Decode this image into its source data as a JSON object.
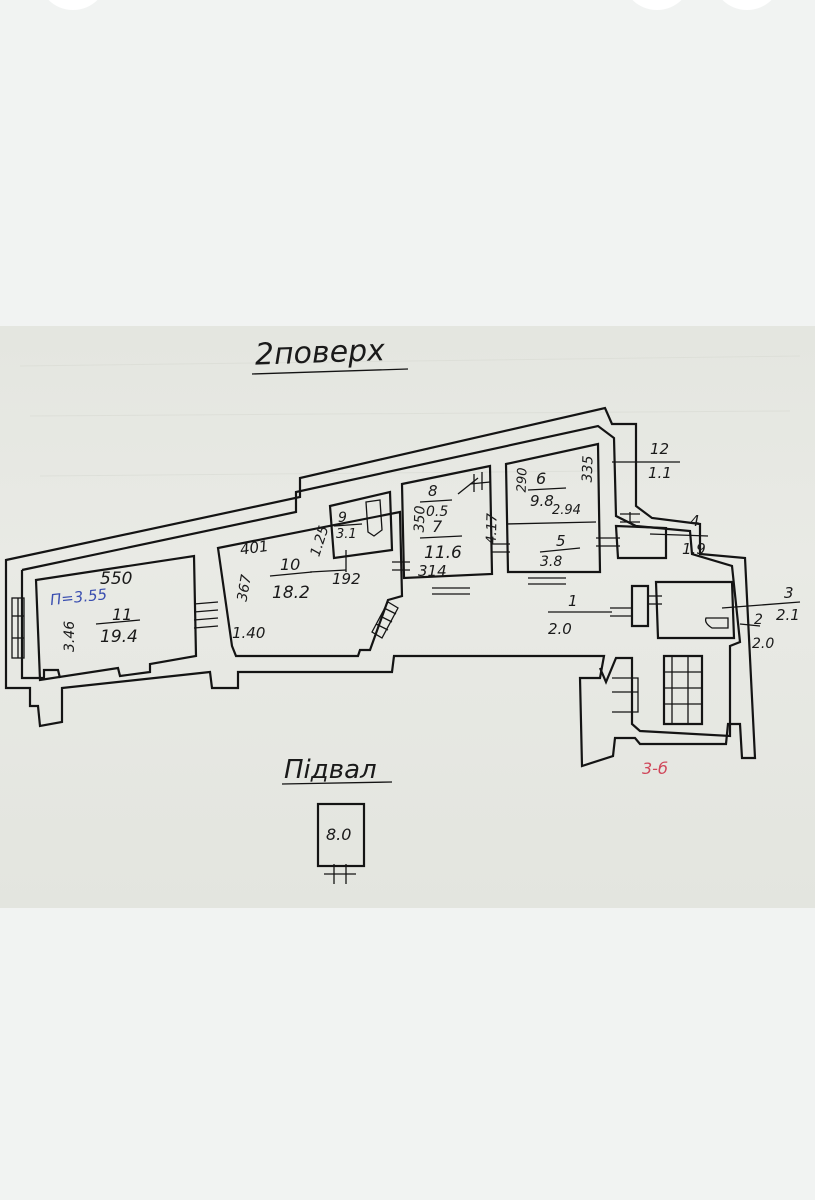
{
  "floor_title": "2поверх",
  "basement_title": "Підвал",
  "annotations": {
    "blue_note": "П=3.55",
    "red_mark": "3-б"
  },
  "dimensions": {
    "d550": "550",
    "d346": "3.46",
    "d140": "1.40",
    "d401": "401",
    "d367": "367",
    "d125": "1.25",
    "d192": "192",
    "d350": "350",
    "d314": "314",
    "d417": "4.17",
    "d290": "290",
    "d335": "335",
    "d294": "2.94"
  },
  "rooms": [
    {
      "id": "11",
      "number": "11",
      "area": "19.4"
    },
    {
      "id": "10",
      "number": "10",
      "area": "18.2"
    },
    {
      "id": "9",
      "number": "9",
      "area": "3.1"
    },
    {
      "id": "8",
      "number": "8",
      "area": "0.5"
    },
    {
      "id": "7",
      "number": "7",
      "area": "11.6"
    },
    {
      "id": "6",
      "number": "6",
      "area": "9.8"
    },
    {
      "id": "5",
      "number": "5",
      "area": "3.8"
    },
    {
      "id": "12",
      "number": "12",
      "area": "1.1"
    },
    {
      "id": "4",
      "number": "4",
      "area": "1.9"
    },
    {
      "id": "3",
      "number": "3",
      "area": "2.1"
    },
    {
      "id": "2",
      "number": "2",
      "area": "2.0"
    },
    {
      "id": "1",
      "number": "1",
      "area": "2.0"
    }
  ],
  "basement_room": {
    "area": "8.0"
  },
  "colors": {
    "ink": "#141414",
    "blue_ink": "#3a4fb0",
    "red_ink": "#d0475a",
    "paper": "#e6e8e2",
    "background": "#f1f3f2"
  }
}
